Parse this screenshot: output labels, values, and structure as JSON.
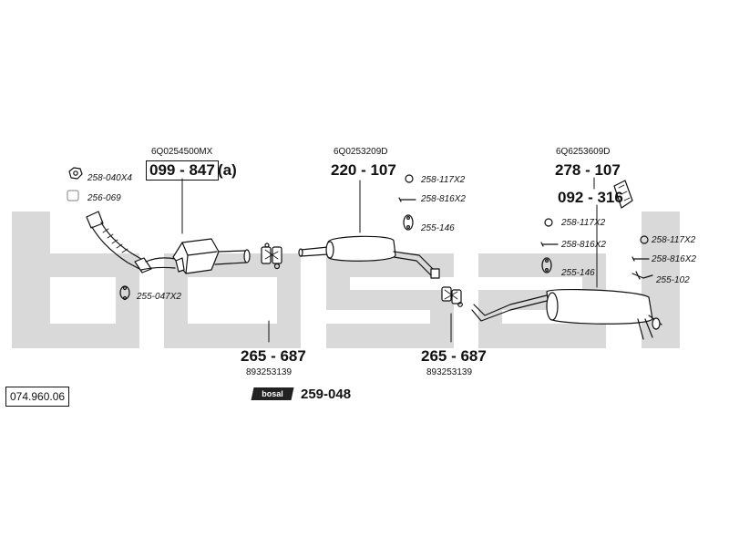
{
  "colors": {
    "watermark": "#d9d9d9",
    "line": "#111111",
    "background": "#ffffff"
  },
  "watermark": {
    "text": "bosal"
  },
  "drawing_number": "074.960.06",
  "parts": {
    "catalytic_converter": {
      "oem": "6Q0254500MX",
      "number": "099 - 847",
      "suffix": "(a)"
    },
    "front_pipe_nut": {
      "label": "258-040X4",
      "icon": "hex-nut-icon"
    },
    "front_pipe_gasket": {
      "label": "256-069",
      "icon": "gasket-icon"
    },
    "front_pipe_mount": {
      "label": "255-047X2",
      "icon": "rubber-mount-icon"
    },
    "middle_silencer": {
      "oem": "6Q0253209D",
      "number": "220 - 107"
    },
    "middle_clamp_ring": {
      "label": "258-117X2"
    },
    "middle_bolt": {
      "label": "258-816X2"
    },
    "middle_mount": {
      "label": "255-146"
    },
    "rear_silencer": {
      "oem": "6Q6253609D",
      "number": "278 - 107"
    },
    "rear_bracket": {
      "label": "092 - 316"
    },
    "rear_clamp_ring": {
      "label": "258-117X2"
    },
    "rear_bolt": {
      "label": "258-816X2"
    },
    "rear_mount": {
      "label": "255-146"
    },
    "tail_clamp_ring": {
      "label": "258-117X2"
    },
    "tail_bolt": {
      "label": "258-816X2"
    },
    "tail_hanger": {
      "label": "255-102"
    },
    "clamp_left": {
      "number": "265 - 687",
      "oem": "893253139"
    },
    "clamp_right": {
      "number": "265 - 687",
      "oem": "893253139"
    },
    "assembly_paste": {
      "badge": "bosal",
      "number": "259-048"
    }
  }
}
